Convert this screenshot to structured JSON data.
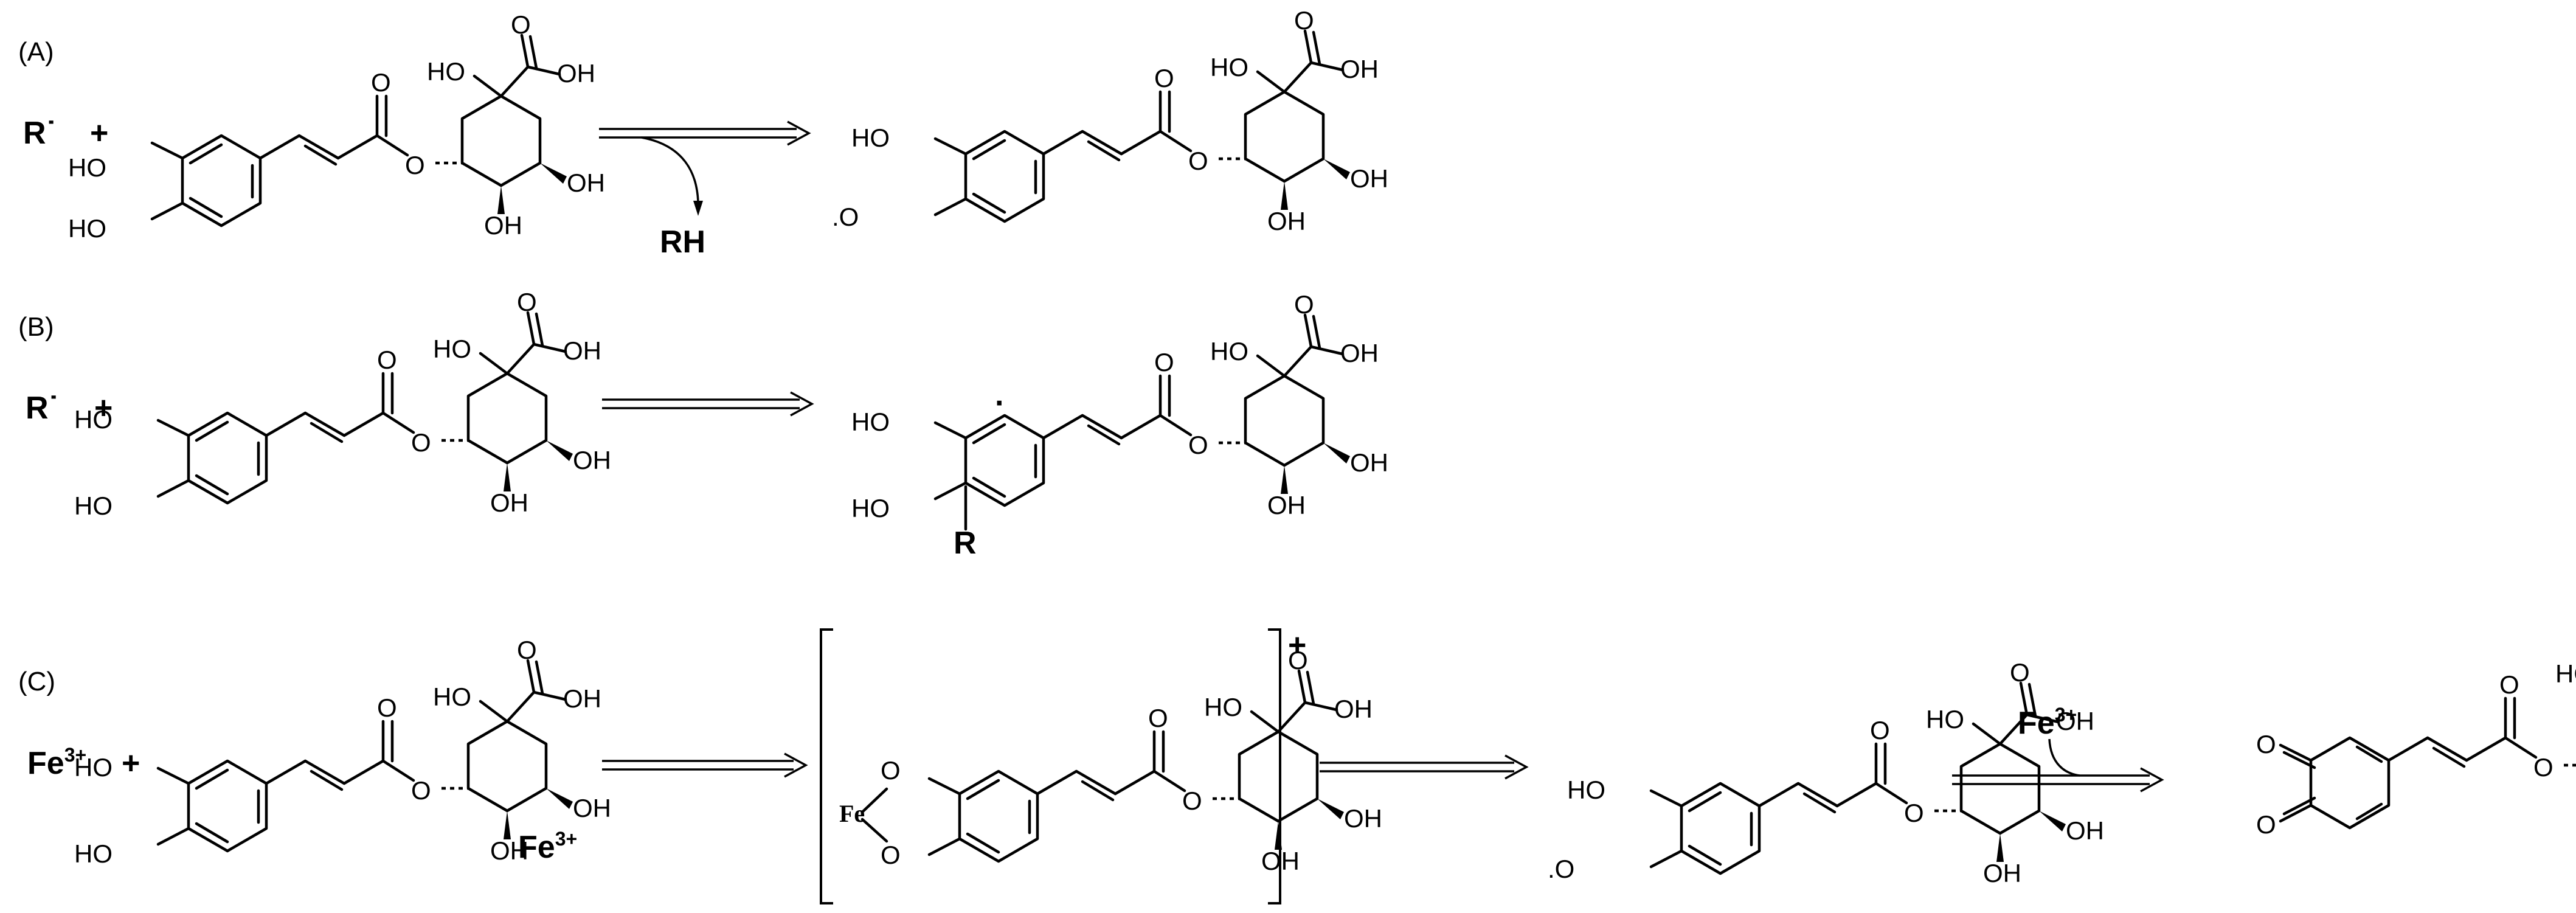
{
  "panels": {
    "A": {
      "label": "(A)",
      "reactant": "R˙",
      "plus": "+",
      "byproduct": "RH",
      "product_radical_mark": ".O"
    },
    "B": {
      "label": "(B)",
      "reactant": "R˙",
      "plus": "+",
      "radical_dot": "·",
      "adduct_label": "R"
    },
    "C": {
      "label": "(C)",
      "reactant": "Fe",
      "reactant_charge": "3+",
      "plus": "+",
      "iron_second": "Fe",
      "iron_second_charge": "3+",
      "complex_metal": "Fe",
      "complex_charge": "+",
      "oxidant": "Fe",
      "oxidant_charge": "3+",
      "radical_mark": ".O"
    }
  },
  "atoms": {
    "HO": "HO",
    "OH": "OH",
    "O": "O"
  }
}
